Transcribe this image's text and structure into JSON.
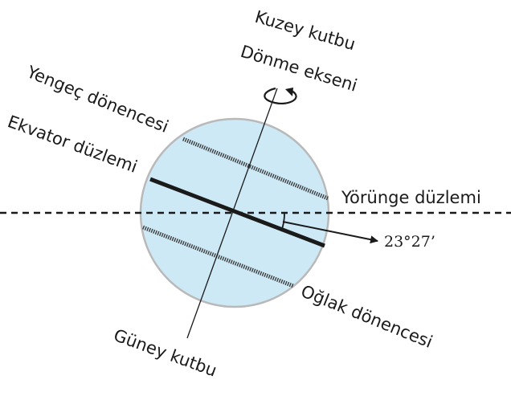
{
  "colors": {
    "globe_fill": "#cde9f6",
    "globe_stroke": "#b9b9b9",
    "line": "#1a1a1a"
  },
  "labels": {
    "north_pole": "Kuzey kutbu",
    "rotation_axis": "Dönme ekseni",
    "tropic_cancer": "Yengeç dönencesi",
    "equator_plane": "Ekvator düzlemi",
    "orbit_plane": "Yörünge düzlemi",
    "tilt_angle": "23°27’",
    "tropic_capricorn": "Oğlak dönencesi",
    "south_pole": "Güney kutbu"
  },
  "icons": {
    "rotation": "rotation-arrow-icon"
  }
}
